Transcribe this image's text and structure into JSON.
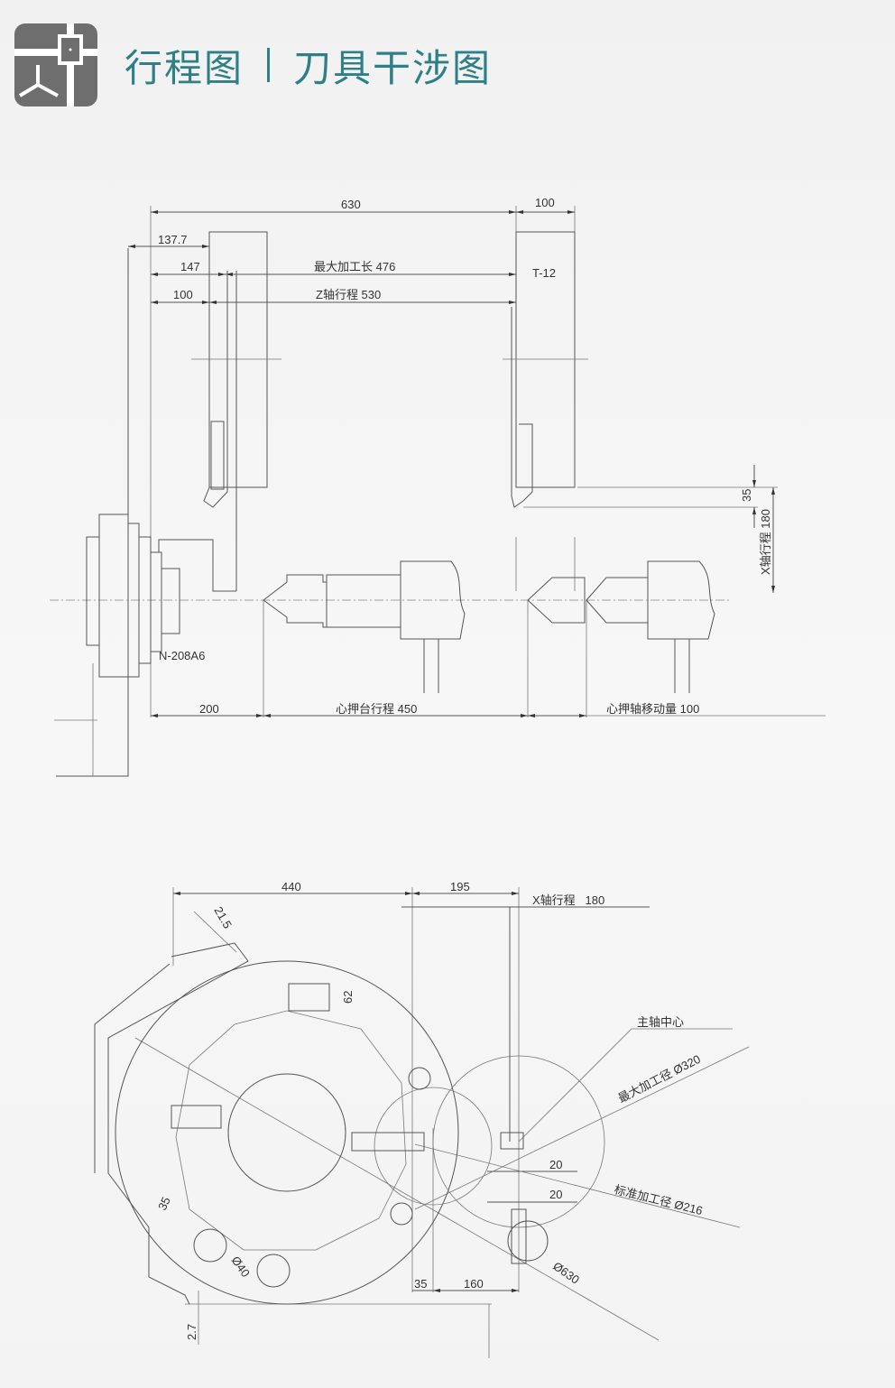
{
  "header": {
    "logo_icon": "machine-layout-icon",
    "title_left": "行程图",
    "title_right": "刀具干涉图",
    "accent_color": "#2f7f86"
  },
  "travel_diagram": {
    "dim_630": "630",
    "dim_100_top": "100",
    "dim_137_7": "137.7",
    "dim_147": "147",
    "max_length": "最大加工长 476",
    "dim_100_left": "100",
    "z_travel": "Z轴行程 530",
    "tool": "T-12",
    "dim_35": "35",
    "x_travel": "X轴行程 180",
    "chuck": "N-208A6",
    "dim_200": "200",
    "tailstock_travel": "心押台行程 450",
    "quill_travel": "心押轴移动量 100"
  },
  "interference_diagram": {
    "dim_440": "440",
    "dim_195": "195",
    "x_travel": "X轴行程   180",
    "dim_21_5": "21.5",
    "dim_62": "62",
    "spindle_center": "主轴中心",
    "max_diameter": "最大加工径 Ø320",
    "dim_20_a": "20",
    "dim_20_b": "20",
    "std_diameter": "标准加工径 Ø216",
    "dim_35": "35",
    "dim_40": "Ø40",
    "dim_630": "Ø630",
    "dim_35_bottom": "35",
    "dim_160": "160",
    "dim_2_7": "2.7"
  }
}
